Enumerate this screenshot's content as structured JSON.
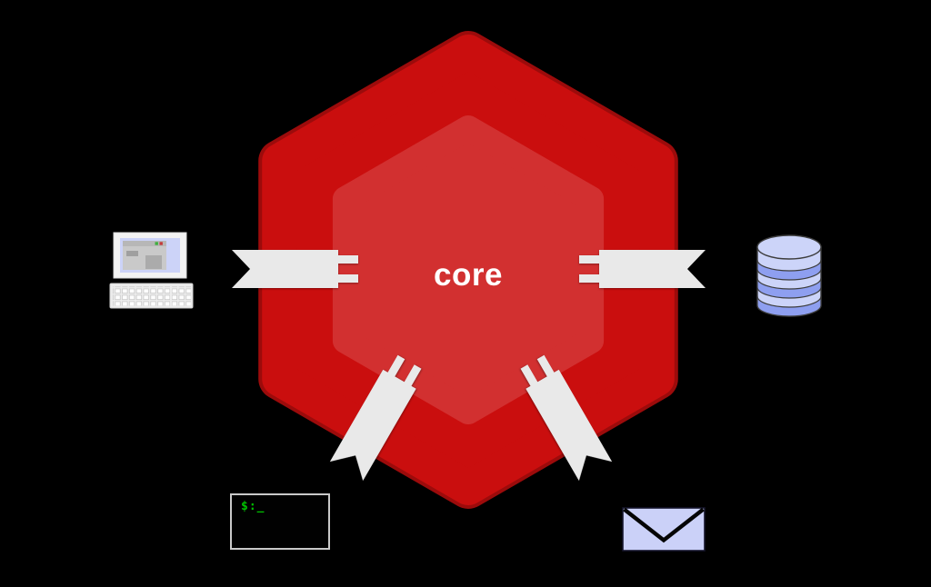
{
  "core": {
    "label": "core"
  },
  "terminal": {
    "prompt": "$:_"
  },
  "ports": {
    "count": 4,
    "positions": [
      "left",
      "right",
      "bottom-left",
      "bottom-right"
    ],
    "style": "ribbon-plug-with-two-prongs"
  },
  "icons": [
    {
      "name": "computer-icon",
      "position": "left"
    },
    {
      "name": "database-icon",
      "position": "right"
    },
    {
      "name": "terminal-icon",
      "position": "bottom-left"
    },
    {
      "name": "email-icon",
      "position": "bottom-right"
    }
  ],
  "colors": {
    "background": "#000000",
    "hexagon_outer": "#ca0e0e",
    "hexagon_inner": "#d23030",
    "hexagon_rim": "#9c0b0b",
    "core_label": "#ffffff",
    "port_fill": "#e9e9e9",
    "lavender_light": "#ccd3f8",
    "lavender_dark": "#8e9ff0",
    "terminal_green": "#00c200"
  }
}
